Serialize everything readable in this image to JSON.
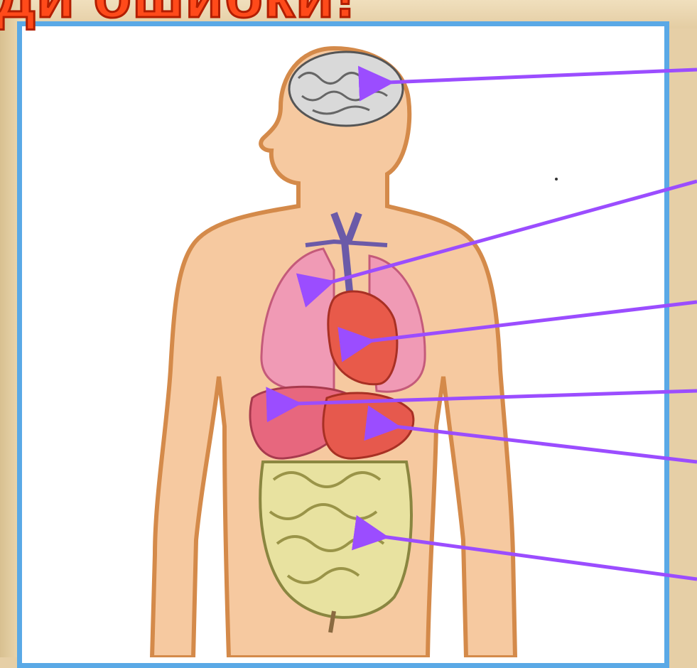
{
  "title": "ди ошибки!",
  "colors": {
    "frame": "#5aa9e6",
    "title": "#ff4a1a",
    "title_outline": "#b21e00",
    "arrow": "#9b4dff",
    "skin": "#f6c9a0",
    "skin_outline": "#d48a4a"
  },
  "organs": [
    {
      "id": "brain",
      "icon": "brain-icon"
    },
    {
      "id": "lungs",
      "icon": "lungs-icon"
    },
    {
      "id": "heart",
      "icon": "heart-icon"
    },
    {
      "id": "liver",
      "icon": "liver-icon"
    },
    {
      "id": "stomach",
      "icon": "stomach-icon"
    },
    {
      "id": "intestines",
      "icon": "intestines-icon"
    }
  ]
}
